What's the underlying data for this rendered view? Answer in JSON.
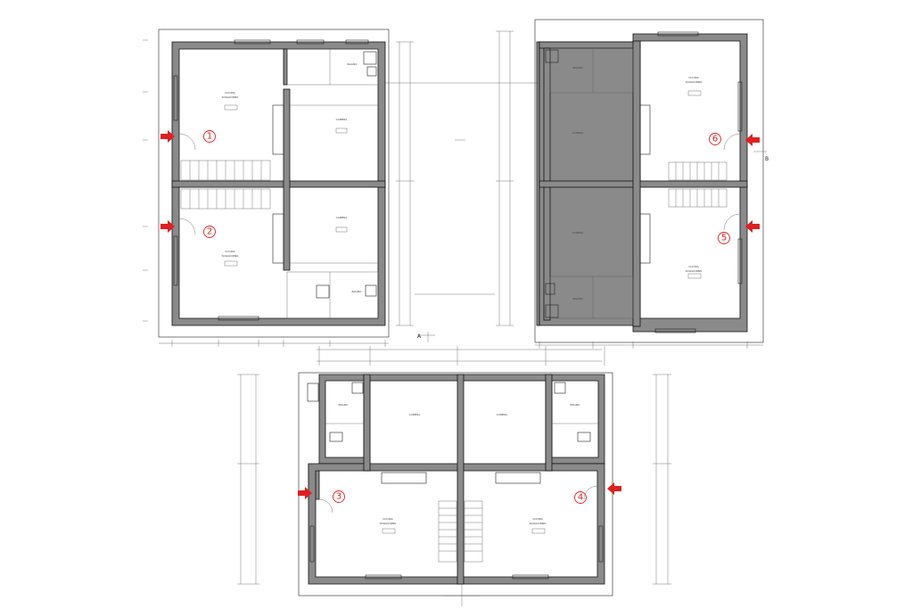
{
  "units": [
    {
      "id": "1",
      "label": "1"
    },
    {
      "id": "2",
      "label": "2"
    },
    {
      "id": "3",
      "label": "3"
    },
    {
      "id": "4",
      "label": "4"
    },
    {
      "id": "5",
      "label": "5"
    },
    {
      "id": "6",
      "label": "6"
    }
  ],
  "section_markers": {
    "a": "A",
    "b": "B"
  },
  "colors": {
    "entry_arrow": "#e02020",
    "wall_fill": "#8a8a8a",
    "line": "#222222"
  }
}
